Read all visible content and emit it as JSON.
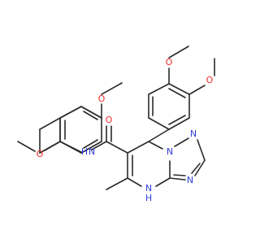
{
  "molecule": {
    "atom_labels": {
      "o_top_left": "O",
      "o_top_right": "O",
      "o_carbonyl": "O",
      "o_left_top": "O",
      "o_left_bottom": "O",
      "n_amide": "N",
      "h_amide": "H",
      "n_ring_bridge": "N",
      "n_triazole_top": "N",
      "n_triazole_right": "N",
      "n_ring_bottom": "N",
      "h_ring_bottom": "H"
    },
    "colors": {
      "bond": "#2a2a2a",
      "oxygen": "#ee2b2b",
      "nitrogen": "#2f3fd6"
    }
  }
}
